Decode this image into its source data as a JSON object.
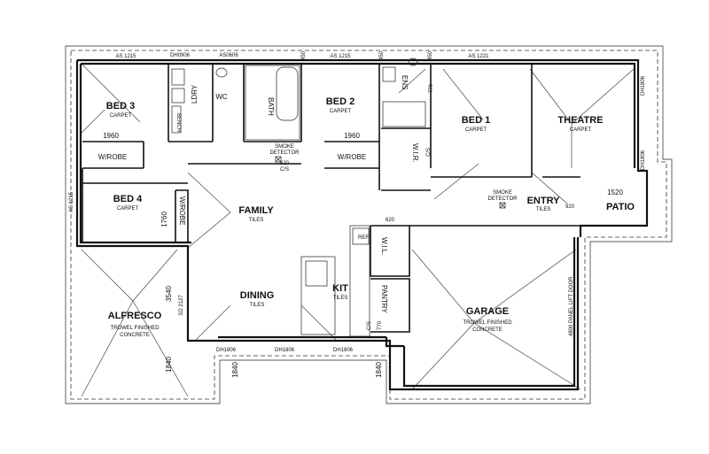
{
  "rooms": {
    "bed3": {
      "name": "BED 3",
      "floor": "CARPET"
    },
    "bed2": {
      "name": "BED 2",
      "floor": "CARPET"
    },
    "bed1": {
      "name": "BED 1",
      "floor": "CARPET"
    },
    "theatre": {
      "name": "THEATRE",
      "floor": "CARPET"
    },
    "bed4": {
      "name": "BED 4",
      "floor": "CARPET"
    },
    "family": {
      "name": "FAMILY",
      "floor": "TILES"
    },
    "dining": {
      "name": "DINING",
      "floor": "TILES"
    },
    "kit": {
      "name": "KIT",
      "floor": "TILES"
    },
    "entry": {
      "name": "ENTRY",
      "floor": "TILES"
    },
    "alfresco": {
      "name": "ALFRESCO",
      "floor1": "TROWEL FINISHED",
      "floor2": "CONCRETE"
    },
    "garage": {
      "name": "GARAGE",
      "floor1": "TROWEL FINISHED",
      "floor2": "CONCRETE"
    },
    "patio": {
      "name": "PATIO"
    }
  },
  "labels": {
    "ldry": "LDRY",
    "wc": "WC",
    "bath": "BATH",
    "ens": "ENS",
    "wir": "W.I.R.",
    "wil": "W.I.L.",
    "pantry": "PANTRY",
    "ref": "REF",
    "bench": "BENCH",
    "wrobe": "W/ROBE",
    "smoke1": "SMOKE",
    "smoke2": "DETECTOR"
  },
  "dimensions": {
    "as1215": "AS 1215",
    "dh0906": "DH0906",
    "as0606": "AS0606",
    "as1221": "AS 1221",
    "v450": "450",
    "dh1806": "DH1806",
    "d1960": "1960",
    "d1760": "1760",
    "d3540": "3540",
    "d1840": "1840",
    "d1520": "1520",
    "sd2127": "SD 2127",
    "d620": "620",
    "d770": "770",
    "d920": "920",
    "cs": "C/S",
    "garage_door": "4800 PANEL LIFT DOOR"
  }
}
